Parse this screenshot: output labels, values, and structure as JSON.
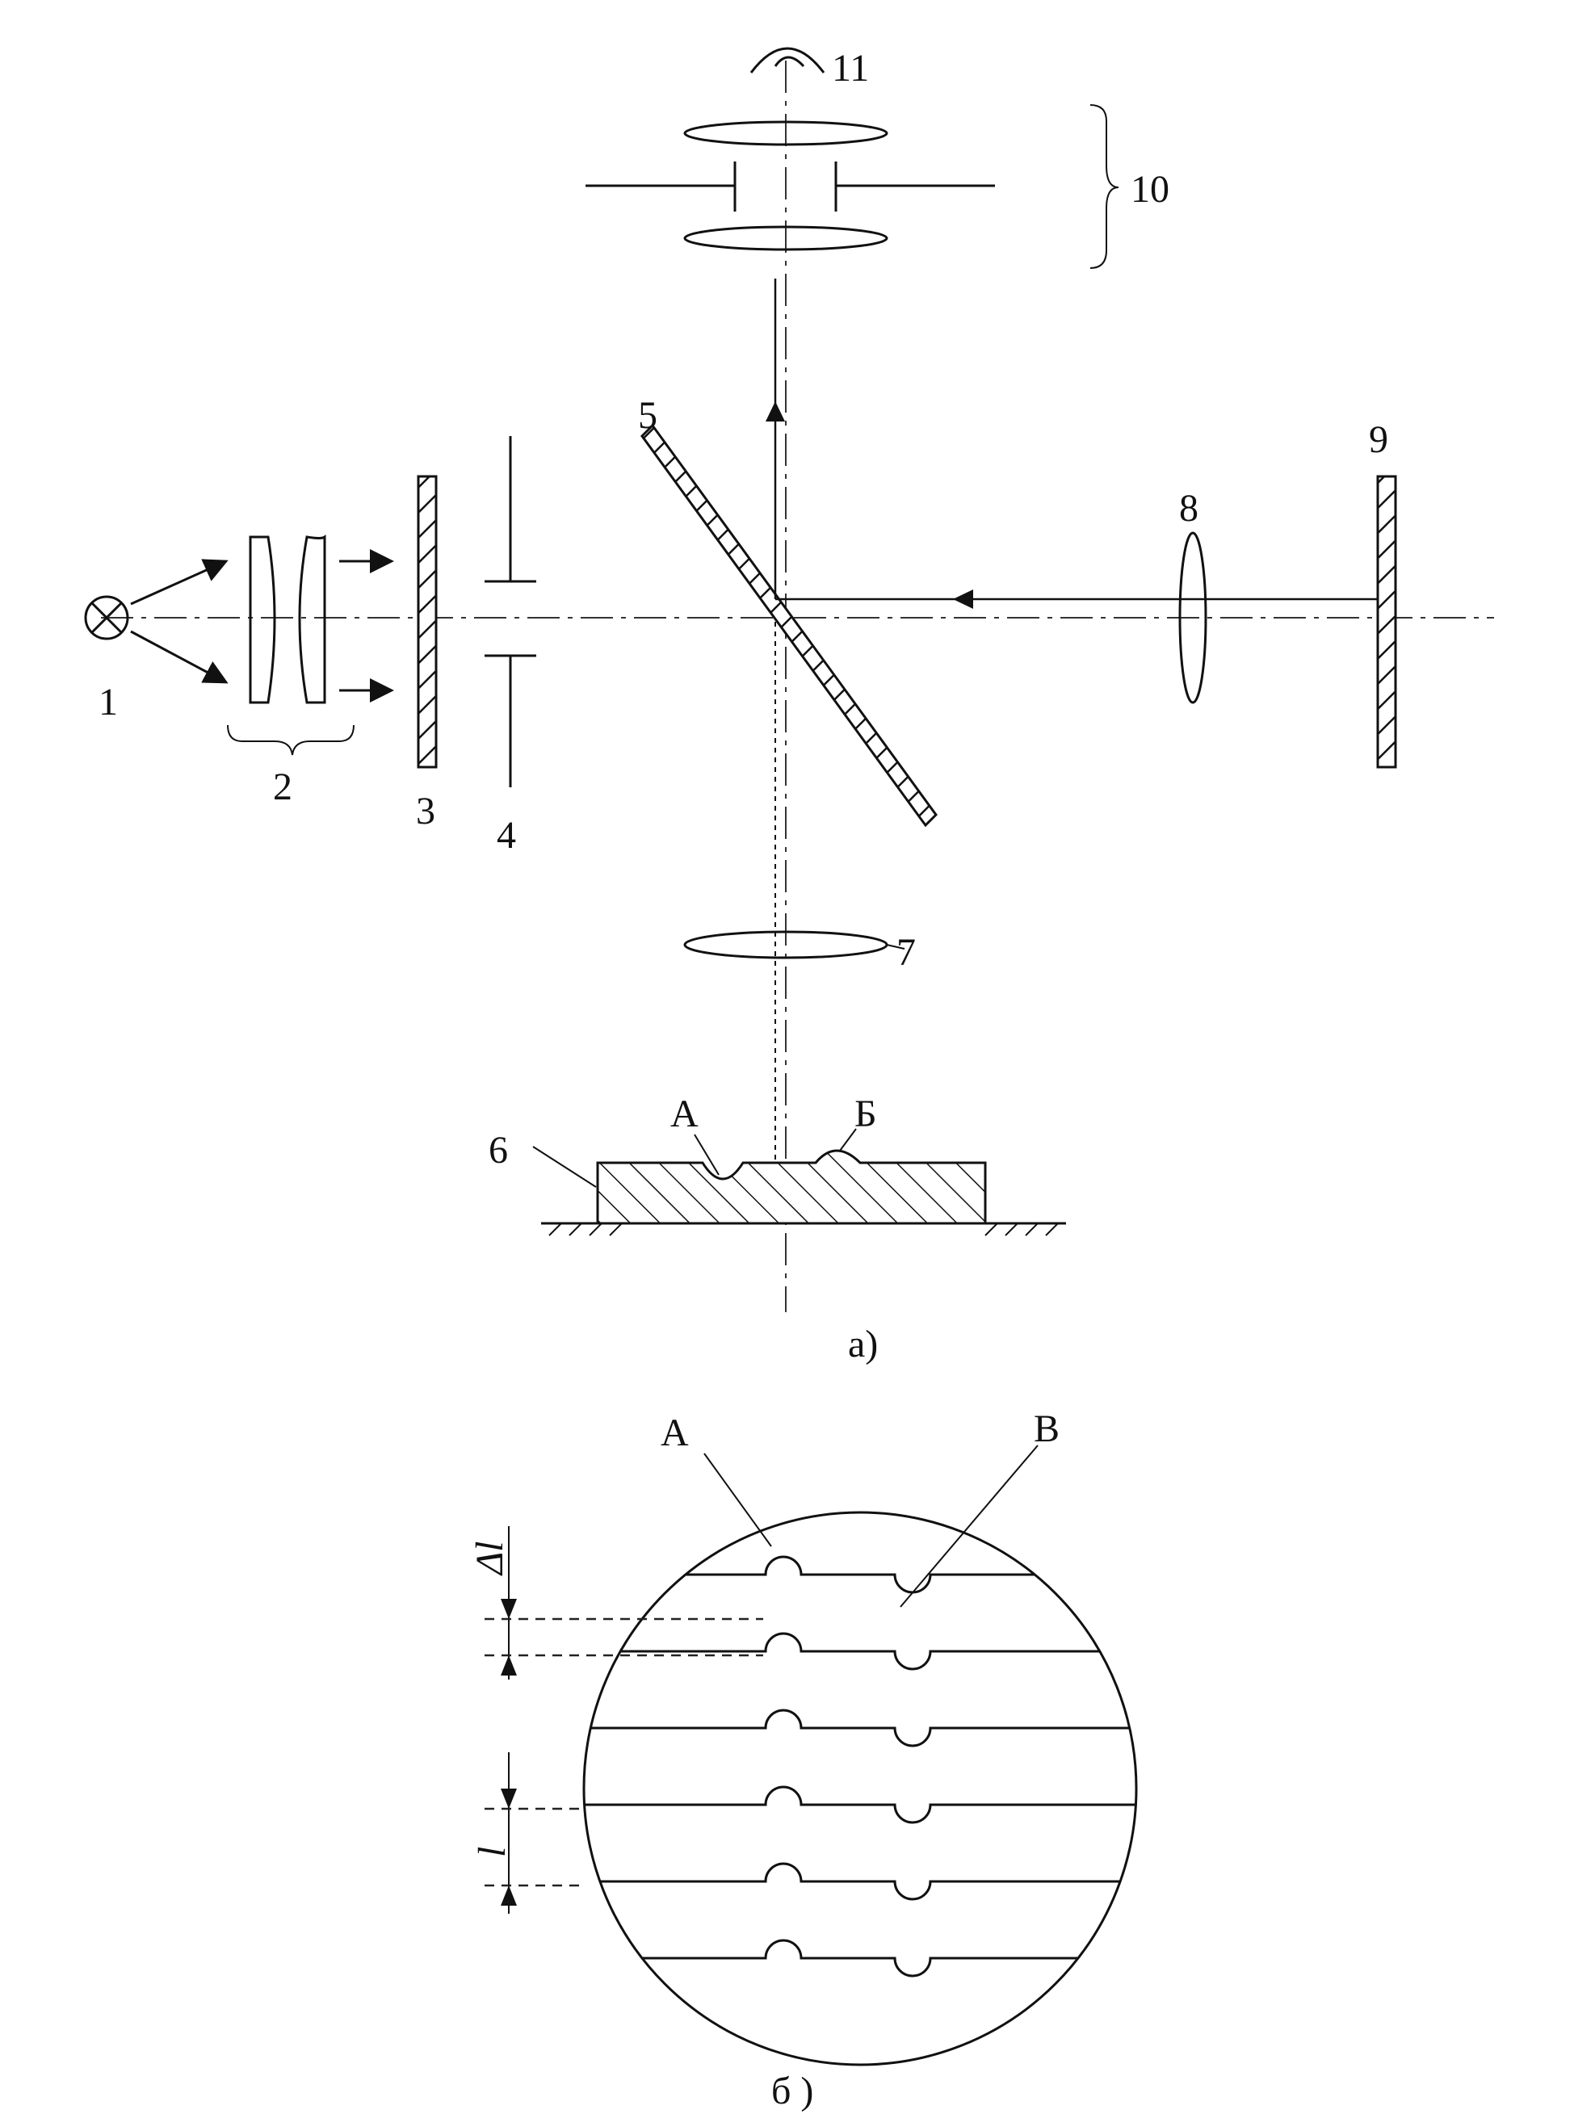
{
  "labels": {
    "n1": "1",
    "n2": "2",
    "n3": "3",
    "n4": "4",
    "n5": "5",
    "n6": "6",
    "n7": "7",
    "n8": "8",
    "n9": "9",
    "n10": "10",
    "n11": "11",
    "A_top": "А",
    "B_top": "Б",
    "A_bottom": "А",
    "B_bottom": "В",
    "delta_l": "Δl",
    "l": "l"
  },
  "captions": {
    "a": "а)",
    "b": "б )"
  },
  "fringes": {
    "count": 6
  }
}
